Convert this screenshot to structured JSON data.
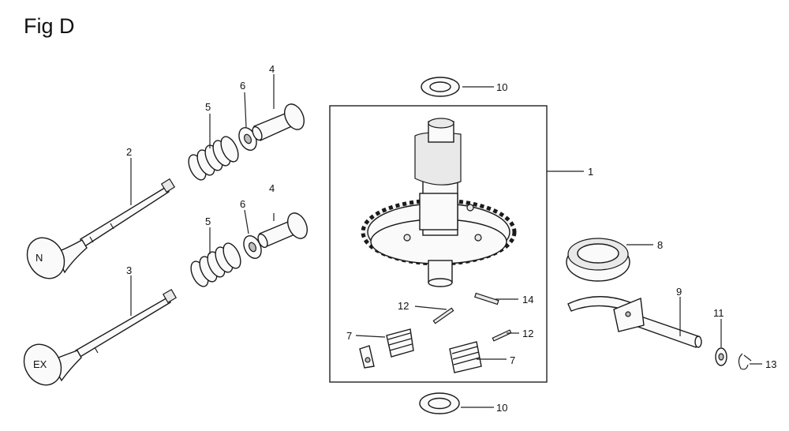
{
  "title": "Fig D",
  "callouts": {
    "c1": "1",
    "c2": "2",
    "c3": "3",
    "c4a": "4",
    "c4b": "4",
    "c5a": "5",
    "c5b": "5",
    "c6a": "6",
    "c6b": "6",
    "c7a": "7",
    "c7b": "7",
    "c8": "8",
    "c9": "9",
    "c10a": "10",
    "c10b": "10",
    "c11": "11",
    "c12a": "12",
    "c12b": "12",
    "c13": "13",
    "c14": "14"
  }
}
